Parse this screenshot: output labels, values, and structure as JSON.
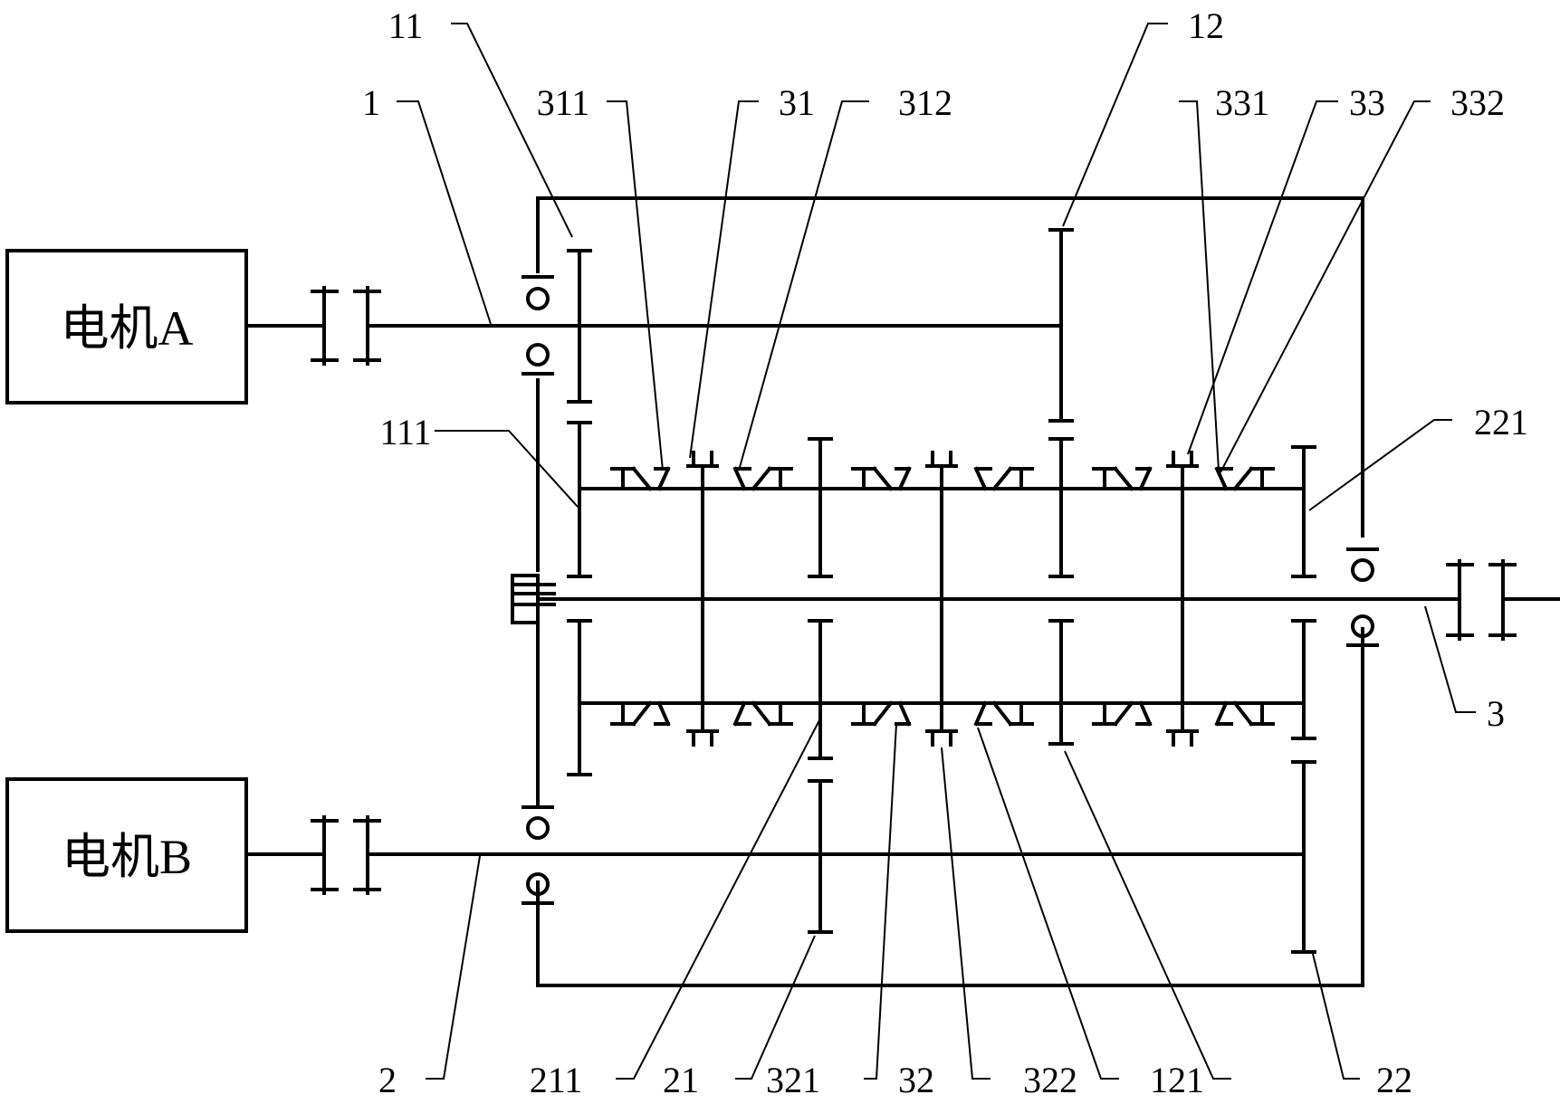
{
  "motors": {
    "a": "电机A",
    "b": "电机B"
  },
  "labels": {
    "n1": "1",
    "n2": "2",
    "n3": "3",
    "n11": "11",
    "n12": "12",
    "n21": "21",
    "n22": "22",
    "n31": "31",
    "n32": "32",
    "n33": "33",
    "n111": "111",
    "n121": "121",
    "n211": "211",
    "n221": "221",
    "n311": "311",
    "n312": "312",
    "n321": "321",
    "n322": "322",
    "n331": "331",
    "n332": "332"
  },
  "colors": {
    "ink": "#000000",
    "paper": "#ffffff"
  }
}
